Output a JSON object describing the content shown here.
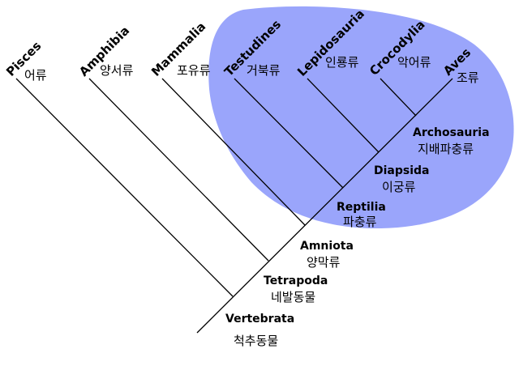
{
  "diagram": {
    "type": "cladogram",
    "highlight_color": "#9aa5fb",
    "line_color": "#000000",
    "highlighted_clade": "Reptilia",
    "tips": [
      {
        "latin": "Pisces",
        "korean": "어류"
      },
      {
        "latin": "Amphibia",
        "korean": "양서류"
      },
      {
        "latin": "Mammalia",
        "korean": "포유류"
      },
      {
        "latin": "Testudines",
        "korean": "거북류"
      },
      {
        "latin": "Lepidosauria",
        "korean": "인룡류"
      },
      {
        "latin": "Crocodylia",
        "korean": "악어류"
      },
      {
        "latin": "Aves",
        "korean": "조류"
      }
    ],
    "nodes": [
      {
        "latin": "Vertebrata",
        "korean": "척추동물"
      },
      {
        "latin": "Tetrapoda",
        "korean": "네발동물"
      },
      {
        "latin": "Amniota",
        "korean": "양막류"
      },
      {
        "latin": "Reptilia",
        "korean": "파충류"
      },
      {
        "latin": "Diapsida",
        "korean": "이궁류"
      },
      {
        "latin": "Archosauria",
        "korean": "지배파충류"
      }
    ]
  }
}
